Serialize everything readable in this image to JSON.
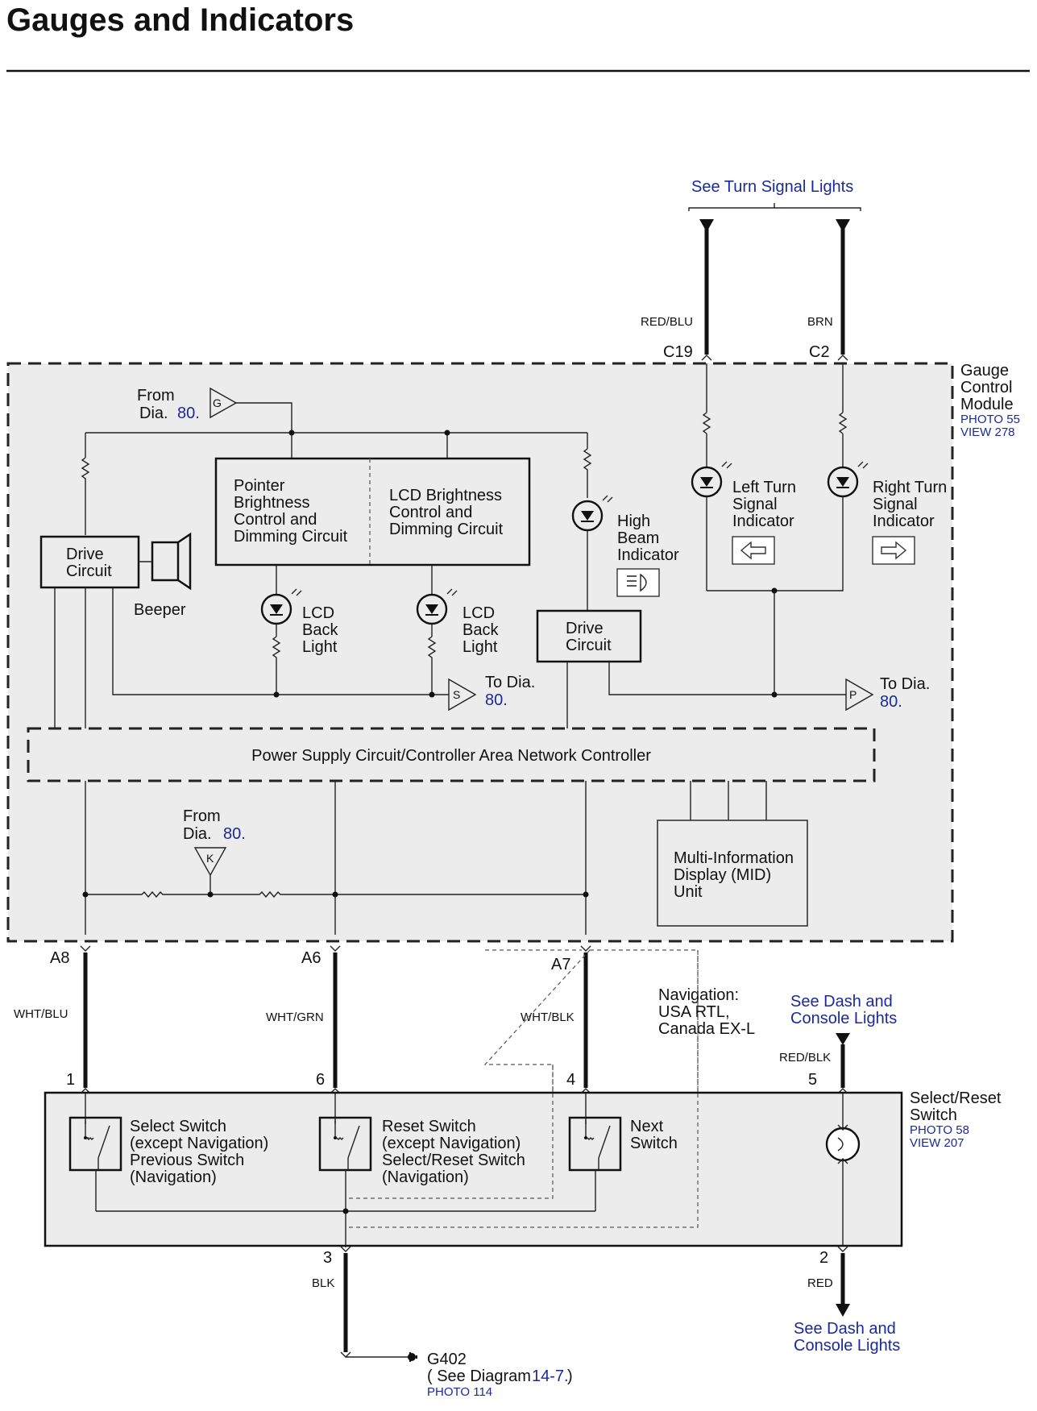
{
  "header": {
    "title": "Gauges and Indicators"
  },
  "turn_signal_link": "See Turn Signal Lights",
  "wires": {
    "red_blu": "RED/BLU",
    "brn": "BRN",
    "wht_blu": "WHT/BLU",
    "wht_grn": "WHT/GRN",
    "wht_blk": "WHT/BLK",
    "red_blk": "RED/BLK",
    "blk": "BLK",
    "red": "RED"
  },
  "connectors": {
    "c19": "C19",
    "c2": "C2",
    "a8": "A8",
    "a6": "A6",
    "a7": "A7",
    "p1": "1",
    "p6": "6",
    "p4": "4",
    "p5": "5",
    "p3": "3",
    "p2": "2"
  },
  "gauge_module": {
    "name_lines": [
      "Gauge",
      "Control",
      "Module"
    ],
    "photo": "PHOTO 55",
    "view": "VIEW 278"
  },
  "refs": {
    "from": "From",
    "dia": "Dia.",
    "to_dia": "To Dia.",
    "num": "80.",
    "g": "G",
    "s": "S",
    "p": "P",
    "k": "K"
  },
  "components": {
    "pointer_brightness": [
      "Pointer",
      "Brightness",
      "Control and",
      "Dimming Circuit"
    ],
    "lcd_brightness": [
      "LCD Brightness",
      "Control and",
      "Dimming Circuit"
    ],
    "high_beam": [
      "High",
      "Beam",
      "Indicator"
    ],
    "left_turn": [
      "Left Turn",
      "Signal",
      "Indicator"
    ],
    "right_turn": [
      "Right Turn",
      "Signal",
      "Indicator"
    ],
    "drive_circuit": [
      "Drive",
      "Circuit"
    ],
    "beeper": "Beeper",
    "lcd_back_light": [
      "LCD",
      "Back",
      "Light"
    ],
    "power_supply": "Power Supply Circuit/Controller Area Network Controller",
    "mid": [
      "Multi-Information",
      "Display (MID)",
      "Unit"
    ]
  },
  "navigation_note": [
    "Navigation:",
    "USA RTL,",
    "Canada EX-L"
  ],
  "dash_lights_link": [
    "See Dash and",
    "Console Lights"
  ],
  "switch_unit": {
    "name_lines": [
      "Select/Reset",
      "Switch"
    ],
    "photo": "PHOTO 58",
    "view": "VIEW 207",
    "select": [
      "Select Switch",
      "(except Navigation)",
      "Previous Switch",
      "(Navigation)"
    ],
    "reset": [
      "Reset Switch",
      "(except Navigation)",
      "Select/Reset Switch",
      "(Navigation)"
    ],
    "next": [
      "Next",
      "Switch"
    ]
  },
  "ground": {
    "name": "G402",
    "see_prefix": "( See Diagram",
    "see_ref": "14-7.",
    "see_suffix": ")",
    "photo": "PHOTO 114"
  }
}
